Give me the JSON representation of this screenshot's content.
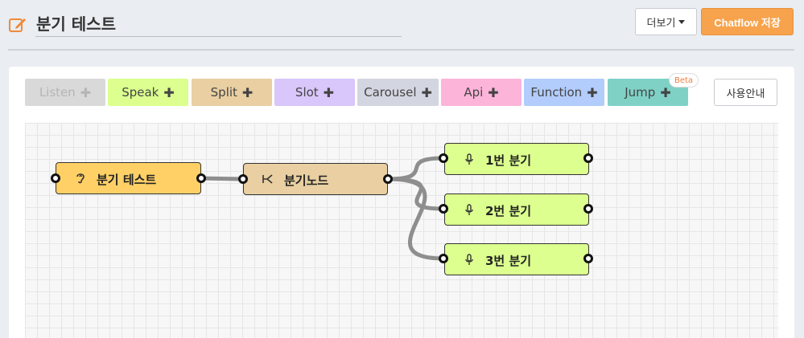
{
  "header": {
    "title": "분기 테스트",
    "more_label": "더보기",
    "save_label": "Chatflow 저장"
  },
  "toolbar": {
    "buttons": [
      {
        "label": "Listen",
        "color": "#d9d9d9",
        "text_color": "#b5b5b5"
      },
      {
        "label": "Speak",
        "color": "#dcff8f"
      },
      {
        "label": "Split",
        "color": "#e9cfa1"
      },
      {
        "label": "Slot",
        "color": "#d9c6fb"
      },
      {
        "label": "Carousel",
        "color": "#d3d5e0"
      },
      {
        "label": "Api",
        "color": "#fdb4d9"
      },
      {
        "label": "Function",
        "color": "#b2ccfb"
      },
      {
        "label": "Jump",
        "color": "#7fd1c6"
      }
    ],
    "beta_label": "Beta",
    "guide_label": "사용안내"
  },
  "flow": {
    "nodes": [
      {
        "label": "분기 테스트",
        "type": "listen",
        "icon": "ear-icon",
        "color": "#ffd066"
      },
      {
        "label": "분기노드",
        "type": "split",
        "icon": "split-icon",
        "color": "#e9cfa1"
      },
      {
        "label": "1번 분기",
        "type": "speak",
        "icon": "mic-icon",
        "color": "#dcff8f"
      },
      {
        "label": "2번 분기",
        "type": "speak",
        "icon": "mic-icon",
        "color": "#dcff8f"
      },
      {
        "label": "3번 분기",
        "type": "speak",
        "icon": "mic-icon",
        "color": "#dcff8f"
      }
    ]
  }
}
